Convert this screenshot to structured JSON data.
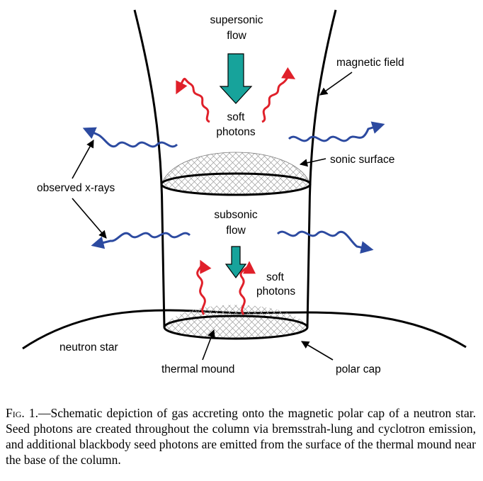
{
  "figure": {
    "labels": {
      "supersonic_line1": "supersonic",
      "supersonic_line2": "flow",
      "magnetic_field": "magnetic field",
      "soft_photons_top_line1": "soft",
      "soft_photons_top_line2": "photons",
      "sonic_surface": "sonic surface",
      "observed_xrays": "observed x-rays",
      "subsonic_line1": "subsonic",
      "subsonic_line2": "flow",
      "soft_photons_bottom_line1": "soft",
      "soft_photons_bottom_line2": "photons",
      "neutron_star": "neutron star",
      "thermal_mound": "thermal mound",
      "polar_cap": "polar cap"
    },
    "colors": {
      "flow_arrow": "#17a39b",
      "soft_photon": "#e0202a",
      "xray": "#2c4aa0",
      "mesh": "#9a9a9a"
    }
  },
  "caption": {
    "prefix": "Fig. 1.",
    "dash": "—",
    "text": "Schematic depiction of gas accreting onto the magnetic polar cap of a neutron star. Seed photons are created throughout the column via bremsstrah-lung and cyclotron emission, and additional blackbody seed photons are emitted from the surface of the thermal mound near the base of the column."
  }
}
